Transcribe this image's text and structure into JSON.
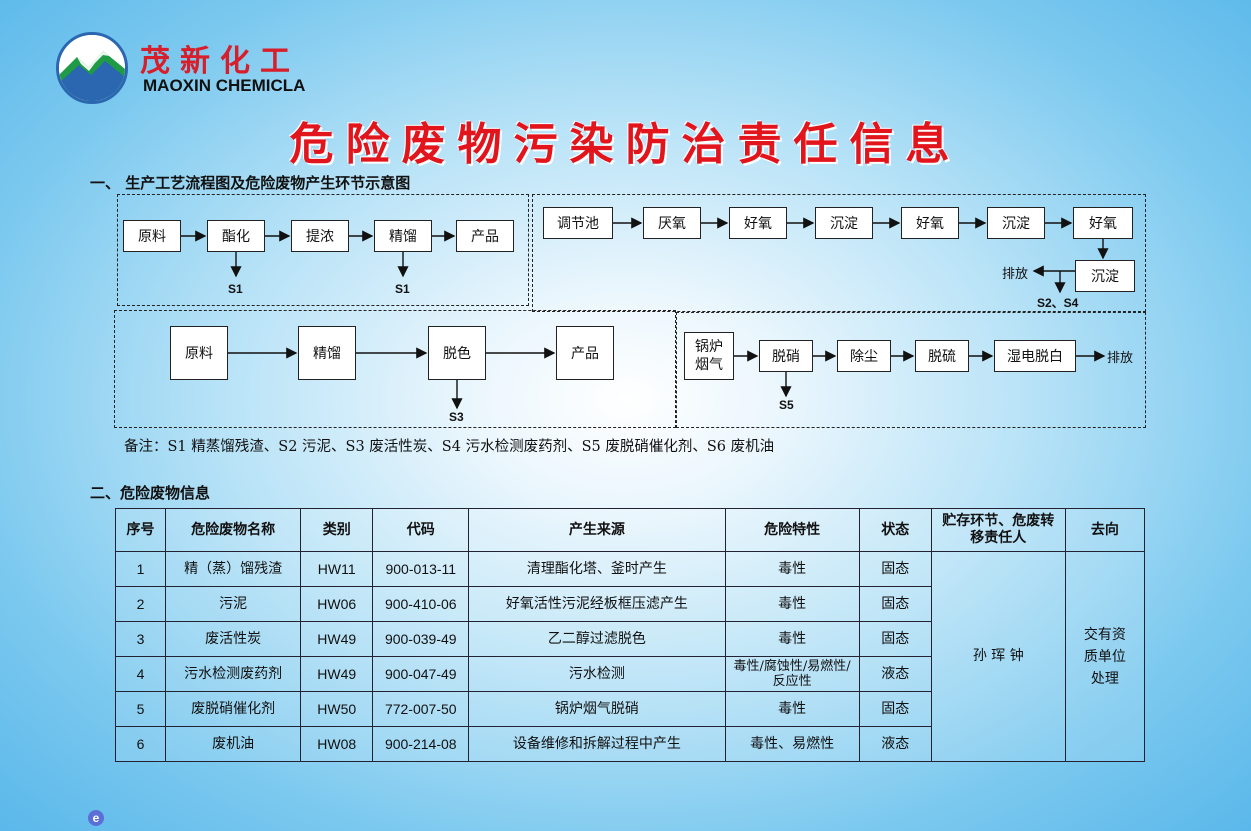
{
  "brand": {
    "cn": "茂新化工",
    "en": "MAOXIN CHEMICLA"
  },
  "title": "危险废物污染防治责任信息",
  "section1": {
    "heading": "一、 生产工艺流程图及危险废物产生环节示意图",
    "flow_a": [
      "原料",
      "酯化",
      "提浓",
      "精馏",
      "产品"
    ],
    "flow_a_waste": [
      "S1",
      "S1"
    ],
    "flow_b": [
      "调节池",
      "厌氧",
      "好氧",
      "沉淀",
      "好氧",
      "沉淀",
      "好氧",
      "沉淀"
    ],
    "flow_b_out": "排放",
    "flow_b_waste": "S2、S4",
    "flow_c": [
      "原料",
      "精馏",
      "脱色",
      "产品"
    ],
    "flow_c_waste": "S3",
    "flow_d": [
      "锅炉烟气",
      "脱硝",
      "除尘",
      "脱硫",
      "湿电脱白"
    ],
    "flow_d_out": "排放",
    "flow_d_waste": "S5",
    "note": "备注：S1 精蒸馏残渣、S2 污泥、S3 废活性炭、S4 污水检测废药剂、S5 废脱硝催化剂、S6 废机油"
  },
  "section2": {
    "heading": "二、危险废物信息",
    "headers": [
      "序号",
      "危险废物名称",
      "类别",
      "代码",
      "产生来源",
      "危险特性",
      "状态",
      "贮存环节、危废转移责任人",
      "去向"
    ],
    "rows": [
      [
        "1",
        "精（蒸）馏残渣",
        "HW11",
        "900-013-11",
        "清理酯化塔、釜时产生",
        "毒性",
        "固态"
      ],
      [
        "2",
        "污泥",
        "HW06",
        "900-410-06",
        "好氧活性污泥经板框压滤产生",
        "毒性",
        "固态"
      ],
      [
        "3",
        "废活性炭",
        "HW49",
        "900-039-49",
        "乙二醇过滤脱色",
        "毒性",
        "固态"
      ],
      [
        "4",
        "污水检测废药剂",
        "HW49",
        "900-047-49",
        "污水检测",
        "毒性/腐蚀性/易燃性/反应性",
        "液态"
      ],
      [
        "5",
        "废脱硝催化剂",
        "HW50",
        "772-007-50",
        "锅炉烟气脱硝",
        "毒性",
        "固态"
      ],
      [
        "6",
        "废机油",
        "HW08",
        "900-214-08",
        "设备维修和拆解过程中产生",
        "毒性、易燃性",
        "液态"
      ]
    ],
    "responsible": "孙 珲 钟",
    "destination": "交有资质单位处理"
  },
  "colors": {
    "title_red": "#e2141c",
    "brand_red": "#d81e2a",
    "bg_blue": "#5ab8ea"
  },
  "icons": [
    "maoxin-logo",
    "e-icon"
  ]
}
